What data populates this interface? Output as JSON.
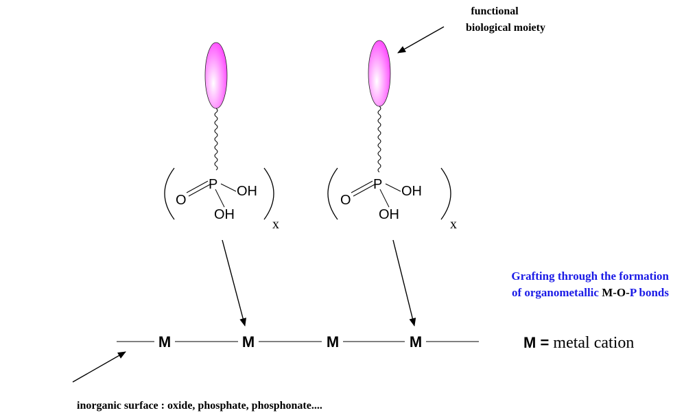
{
  "labels": {
    "moiety_line1": "functional",
    "moiety_line2": "biological moiety",
    "grafting_line1": "Grafting through the formation",
    "grafting_line2_a": "of organometallic ",
    "grafting_line2_m": "M",
    "grafting_line2_dash1": "-",
    "grafting_line2_o": "O",
    "grafting_line2_dash2": "-",
    "grafting_line2_p": "P",
    "grafting_line2_b": " bonds",
    "surface": "inorganic surface : oxide, phosphate, phosphonate....",
    "legend_symbol": "M",
    "legend_eq": " = ",
    "legend_text": "metal cation"
  },
  "phosphonic_units": [
    {
      "o_label": "O",
      "p_label": "P",
      "oh_right": "OH",
      "oh_bottom": "OH",
      "subscript": "x"
    },
    {
      "o_label": "O",
      "p_label": "P",
      "oh_right": "OH",
      "oh_bottom": "OH",
      "subscript": "x"
    }
  ],
  "metal_atoms": [
    "M",
    "M",
    "M",
    "M"
  ],
  "colors": {
    "blue": "#1a1ae6",
    "magenta": "#ff44ff",
    "black": "#000000"
  }
}
